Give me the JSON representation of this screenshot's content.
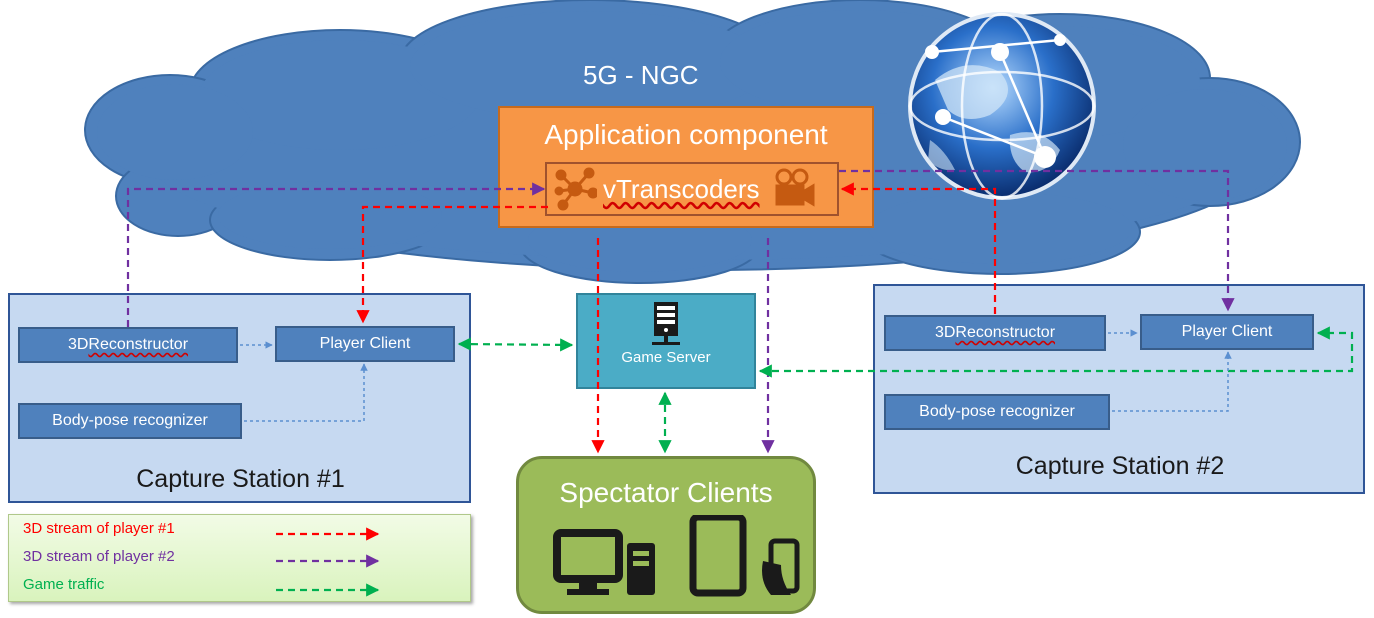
{
  "network": {
    "label": "5G - NGC"
  },
  "application": {
    "title": "Application component",
    "transcoder_label": "vTranscoders"
  },
  "game_server": {
    "label": "Game Server"
  },
  "spectators": {
    "title": "Spectator Clients",
    "devices": [
      "desktop-computer-icon",
      "tablet-icon",
      "smartphone-icon"
    ]
  },
  "stations": [
    {
      "title": "Capture Station #1",
      "reconstructor": "3D Reconstructor",
      "player_client": "Player Client",
      "pose_recognizer": "Body-pose recognizer"
    },
    {
      "title": "Capture Station #2",
      "reconstructor": "3D Reconstructor",
      "player_client": "Player Client",
      "pose_recognizer": "Body-pose recognizer"
    }
  ],
  "legend": [
    {
      "label": "3D stream of player #1",
      "color": "#ff0000"
    },
    {
      "label": "3D stream of player #2",
      "color": "#7030a0"
    },
    {
      "label": "Game traffic",
      "color": "#00b050"
    }
  ],
  "colors": {
    "cloud": "#4f81bd",
    "station_bg": "#c6d9f1",
    "component": "#4f81bd",
    "application": "#f79646",
    "game_server": "#4bacc6",
    "spectators": "#9bbb59",
    "player1_stream": "#ff0000",
    "player2_stream": "#7030a0",
    "game_traffic": "#00b050",
    "local_link": "#5b8fd0"
  }
}
